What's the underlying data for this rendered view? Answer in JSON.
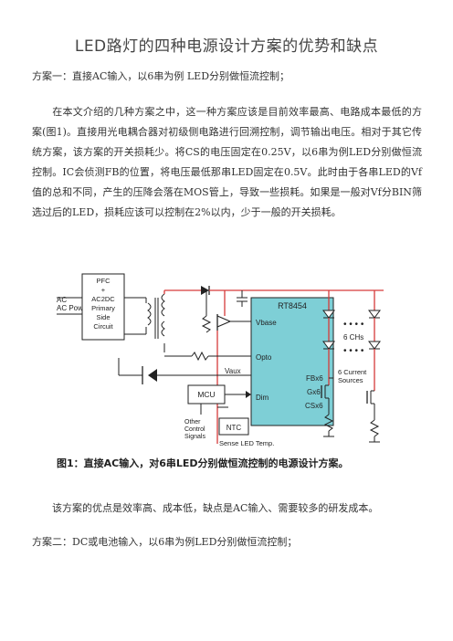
{
  "title": "LED路灯的四种电源设计方案的优势和缺点",
  "scheme1_heading": "方案一：直接AC输入，以6串为例 LED分别做恒流控制；",
  "paragraph1": "在本文介绍的几种方案之中，这一种方案应该是目前效率最高、电路成本最低的方案(图1)。直接用光电耦合器对初级侧电路进行回溯控制，调节输出电压。相对于其它传统方案，该方案的开关损耗少。将CS的电压固定在0.25V，以6串为例LED分别做恒流控制。IC会侦测FB的位置，将电压最低那串LED固定在0.5V。此时由于各串LED的Vf值的总和不同，产生的压降会落在MOS管上，导致一些损耗。如果是一般对Vf分BIN筛选过后的LED，损耗应该可以控制在2%以内，少于一般的开关损耗。",
  "figure": {
    "ac_power": "AC Power",
    "pfc_lines": [
      "PFC",
      "+",
      "AC2DC",
      "Primary",
      "Side",
      "Circuit"
    ],
    "ic": "RT8454",
    "vbase": "Vbase",
    "opto": "Opto",
    "vaux": "Vaux",
    "fbx6": "FBx6",
    "gx6": "Gx6",
    "csx6": "CSx6",
    "dim": "Dim",
    "mcu": "MCU",
    "ntc": "NTC",
    "other_signals": [
      "Other",
      "Control",
      "Signals"
    ],
    "sense_led": "Sense LED Temp.",
    "six_chs": "6 CHs",
    "current_sources": [
      "6 Current",
      "Sources"
    ],
    "caption": "图1：直接AC输入，对6串LED分别做恒流控制的电源设计方案。"
  },
  "paragraph2": "该方案的优点是效率高、成本低，缺点是AC输入、需要较多的研发成本。",
  "scheme2_heading": "方案二：DC或电池输入，以6串为例LED分别做恒流控制；",
  "colors": {
    "wire_red": "#d63a3a",
    "wire_black": "#222222",
    "ic_fill": "#7ecfd6",
    "box_fill": "#ffffff"
  }
}
